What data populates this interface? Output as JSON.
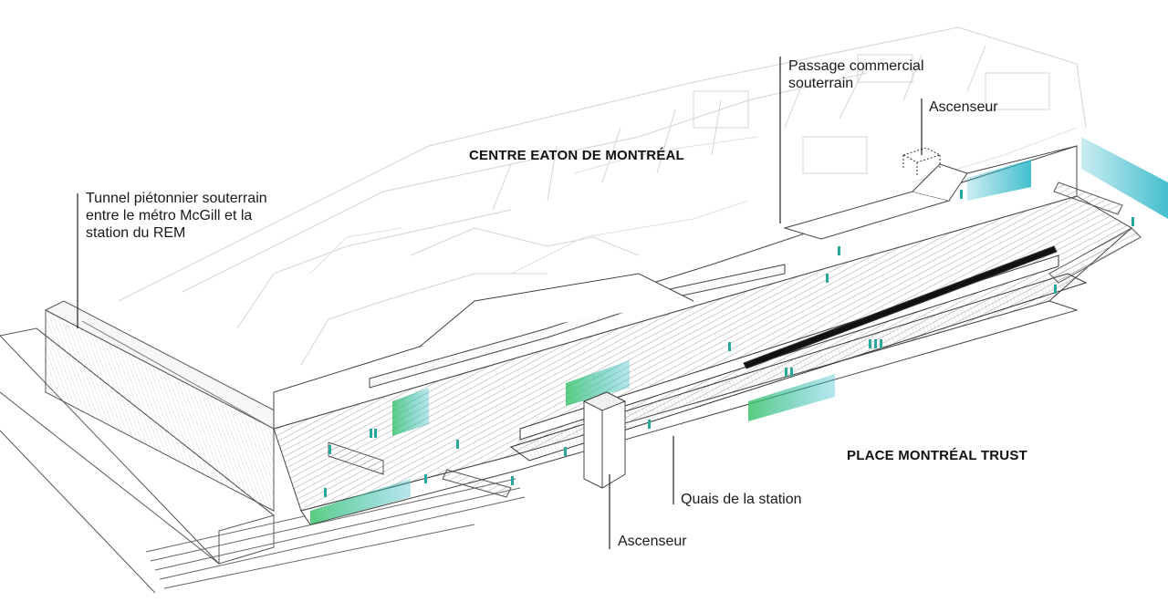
{
  "zones": {
    "eaton": "CENTRE EATON DE MONTRÉAL",
    "trust": "PLACE MONTRÉAL TRUST"
  },
  "callouts": {
    "tunnel": "Tunnel piétonnier souterrain\nentre le métro McGill et la\nstation du REM",
    "passage": "Passage commercial\nsouterrain",
    "ascenseur_top": "Ascenseur",
    "quais": "Quais de la station",
    "ascenseur_bottom": "Ascenseur"
  },
  "colors": {
    "linework": "#555555",
    "light_linework": "#c8c8c8",
    "accent_teal": "#2fb8c9",
    "accent_green": "#3cc56a",
    "figure_teal": "#2aa79b"
  }
}
